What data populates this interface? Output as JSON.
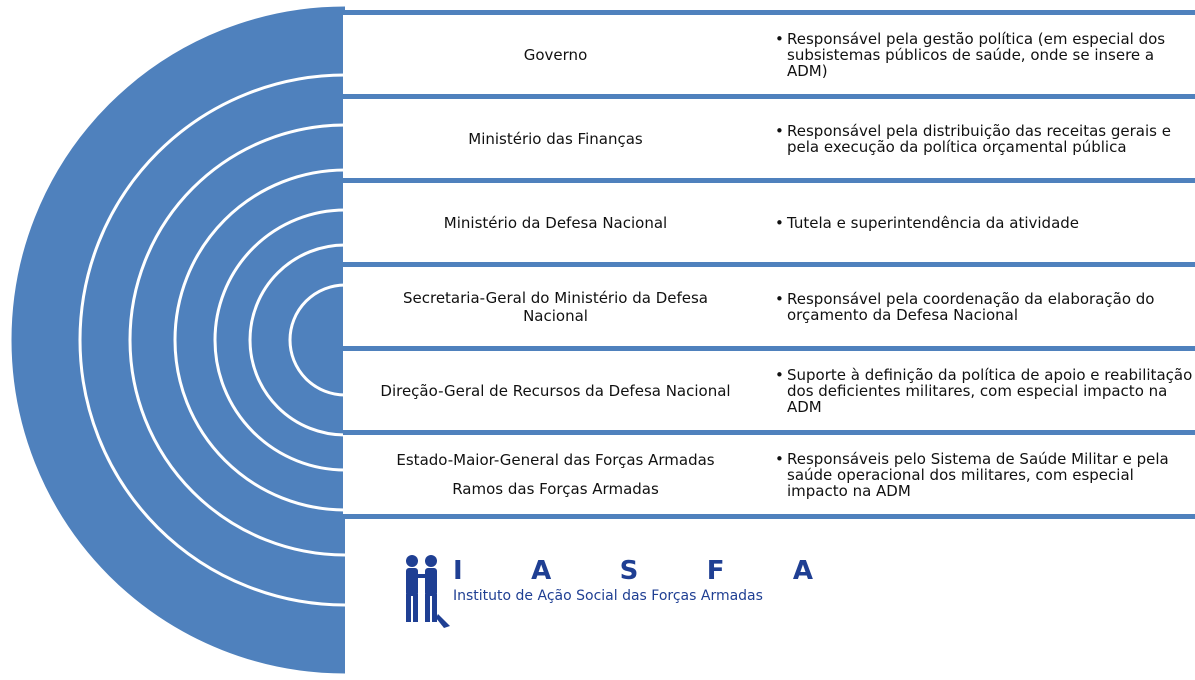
{
  "accent_color": "#4f81bd",
  "rows": [
    {
      "entity": "Governo",
      "role": "Responsável pela gestão política (em especial dos subsistemas públicos de saúde, onde se insere a ADM)"
    },
    {
      "entity": "Ministério das Finanças",
      "role": "Responsável pela distribuição das receitas gerais e pela execução da política orçamental pública"
    },
    {
      "entity": "Ministério da Defesa Nacional",
      "role": "Tutela e superintendência da atividade"
    },
    {
      "entity": "Secretaria-Geral do Ministério da Defesa Nacional",
      "role": "Responsável pela coordenação da elaboração do orçamento da Defesa Nacional"
    },
    {
      "entity": "Direção-Geral de Recursos da Defesa Nacional",
      "role": "Suporte à definição da política de apoio e reabilitação dos deficientes militares, com especial impacto na ADM"
    },
    {
      "entity": "Estado-Maior-General das Forças Armadas",
      "entity_2": "Ramos das Forças Armadas",
      "role": "Responsáveis pelo Sistema de Saúde Militar e pela saúde operacional dos militares, com especial impacto na ADM"
    }
  ],
  "logo": {
    "letters": [
      "I",
      "A",
      "S",
      "F",
      "A"
    ],
    "name": "Instituto de Ação Social das Forças Armadas"
  }
}
